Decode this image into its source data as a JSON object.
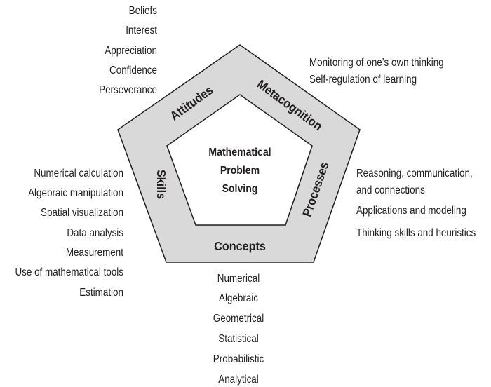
{
  "center": [
    "Mathematical",
    "Problem",
    "Solving"
  ],
  "components": {
    "attitudes": "Attitudes",
    "metacognition": "Metacognition",
    "skills": "Skills",
    "processes": "Processes",
    "concepts": "Concepts"
  },
  "attitudes_items": [
    "Beliefs",
    "Interest",
    "Appreciation",
    "Confidence",
    "Perseverance"
  ],
  "metacognition_items": [
    "Monitoring of one’s own thinking",
    "Self-regulation of learning"
  ],
  "skills_items": [
    "Numerical calculation",
    "Algebraic manipulation",
    "Spatial visualization",
    "Data analysis",
    "Measurement",
    "Use of mathematical tools",
    "Estimation"
  ],
  "processes_items": [
    "Reasoning, communication,",
    "and connections",
    "Applications and modeling",
    "Thinking skills and heuristics"
  ],
  "concepts_items": [
    "Numerical",
    "Algebraic",
    "Geometrical",
    "Statistical",
    "Probabilistic",
    "Analytical"
  ],
  "colors": {
    "ring_fill": "#d9d9d9",
    "stroke": "#231f20",
    "inner_fill": "#ffffff"
  }
}
